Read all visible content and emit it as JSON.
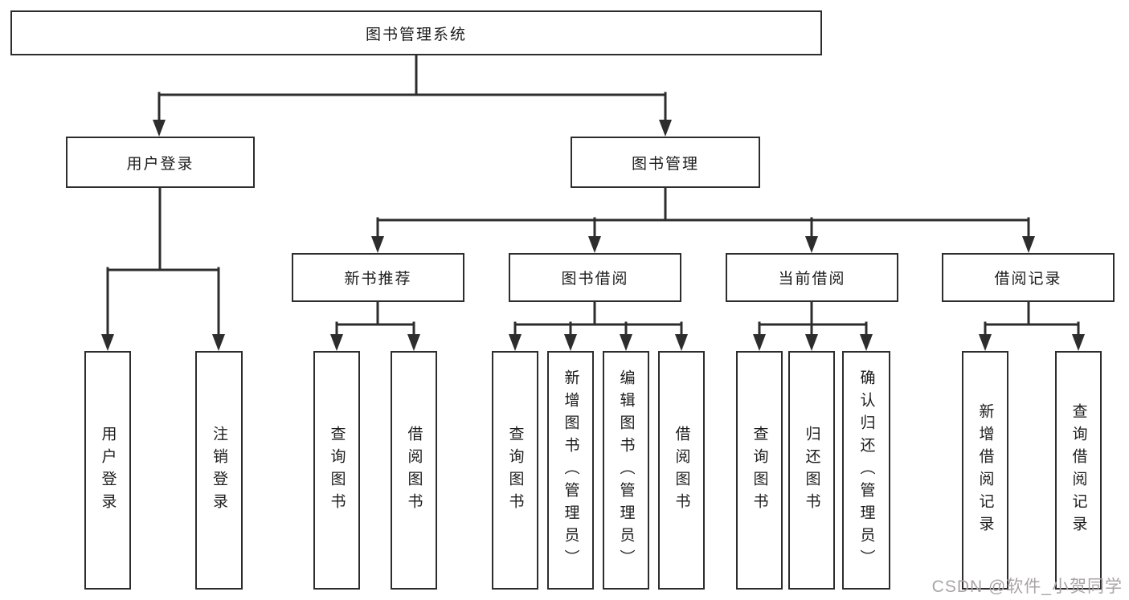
{
  "tree": {
    "root": {
      "label": "图书管理系统"
    },
    "branches": [
      {
        "label": "用户登录",
        "children": [
          {
            "label": "用户登录"
          },
          {
            "label": "注销登录"
          }
        ]
      },
      {
        "label": "图书管理",
        "children": [
          {
            "label": "新书推荐",
            "children": [
              {
                "label": "查询图书"
              },
              {
                "label": "借阅图书"
              }
            ]
          },
          {
            "label": "图书借阅",
            "children": [
              {
                "label": "查询图书"
              },
              {
                "label": "新增图书（管理员）"
              },
              {
                "label": "编辑图书（管理员）"
              },
              {
                "label": "借阅图书"
              }
            ]
          },
          {
            "label": "当前借阅",
            "children": [
              {
                "label": "查询图书"
              },
              {
                "label": "归还图书"
              },
              {
                "label": "确认归还（管理员）"
              }
            ]
          },
          {
            "label": "借阅记录",
            "children": [
              {
                "label": "新增借阅记录"
              },
              {
                "label": "查询借阅记录"
              }
            ]
          }
        ]
      }
    ]
  },
  "watermark": {
    "text": "CSDN @软件_小贺同学",
    "color": "#a9a4a7"
  },
  "colors": {
    "line": "#2d2d2d",
    "box_border": "#2d2d2d",
    "background": "#ffffff",
    "text": "#1c1c1c"
  }
}
